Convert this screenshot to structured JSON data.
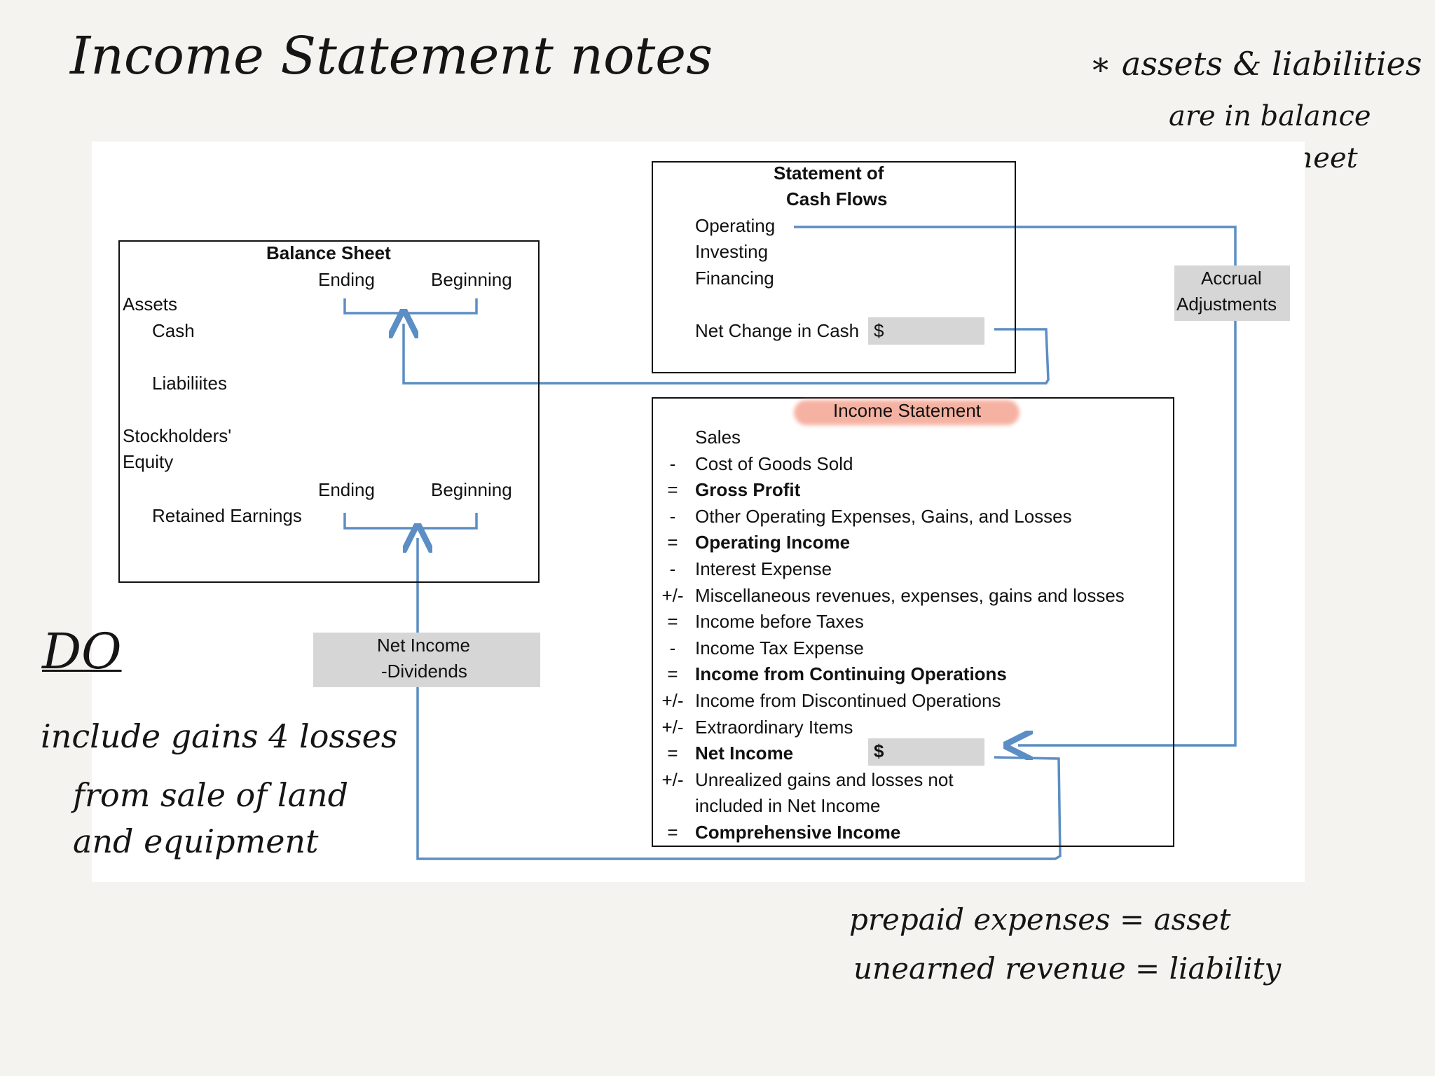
{
  "notes": {
    "title": "Income Statement notes",
    "top_note": {
      "line1": "∗ assets & liabilities",
      "line2": "are in balance",
      "line3": "sheet"
    },
    "do_heading": "DO",
    "do_lines": [
      "include gains 4 losses",
      "from sale of land",
      "and equipment"
    ],
    "bottom_note": {
      "line1": "prepaid expenses = asset",
      "line2": "unearned revenue = liability"
    }
  },
  "balance_sheet": {
    "title": "Balance Sheet",
    "col_ending": "Ending",
    "col_beginning": "Beginning",
    "assets": "Assets",
    "cash": "Cash",
    "liabilities": "Liabiliites",
    "equity_line1": "Stockholders'",
    "equity_line2": "Equity",
    "col_ending_2": "Ending",
    "col_beginning_2": "Beginning",
    "retained_earnings": "Retained Earnings"
  },
  "cash_flows": {
    "title_line1": "Statement of",
    "title_line2": "Cash Flows",
    "operating": "Operating",
    "investing": "Investing",
    "financing": "Financing",
    "net_change": "Net Change in Cash",
    "net_change_value": "$"
  },
  "accrual": {
    "line1": "Accrual",
    "line2": "Adjustments"
  },
  "net_income_box": {
    "line1": "Net Income",
    "line2": "-Dividends"
  },
  "income_statement": {
    "title": "Income Statement",
    "net_income_value": "$",
    "rows": [
      {
        "op": "",
        "label": "Sales"
      },
      {
        "op": "-",
        "label": "Cost of Goods Sold"
      },
      {
        "op": "=",
        "label": "Gross Profit"
      },
      {
        "op": "-",
        "label": "Other Operating Expenses, Gains, and Losses"
      },
      {
        "op": "=",
        "label": "Operating Income"
      },
      {
        "op": "-",
        "label": "Interest Expense"
      },
      {
        "op": "+/-",
        "label": "Miscellaneous revenues, expenses, gains and losses"
      },
      {
        "op": "=",
        "label": "Income before Taxes"
      },
      {
        "op": "-",
        "label": "Income Tax Expense"
      },
      {
        "op": "=",
        "label": "Income from Continuing Operations"
      },
      {
        "op": "+/-",
        "label": "Income from Discontinued Operations"
      },
      {
        "op": "+/-",
        "label": "Extraordinary Items"
      },
      {
        "op": "=",
        "label": "Net Income"
      },
      {
        "op": "+/-",
        "label": "Unrealized gains and losses not"
      },
      {
        "op": "",
        "label": "included in Net Income"
      },
      {
        "op": "=",
        "label": "Comprehensive Income"
      }
    ]
  },
  "colors": {
    "arrow": "#5b8ec4",
    "highlight": "#f4a592",
    "grey_fill": "#d6d6d6"
  }
}
